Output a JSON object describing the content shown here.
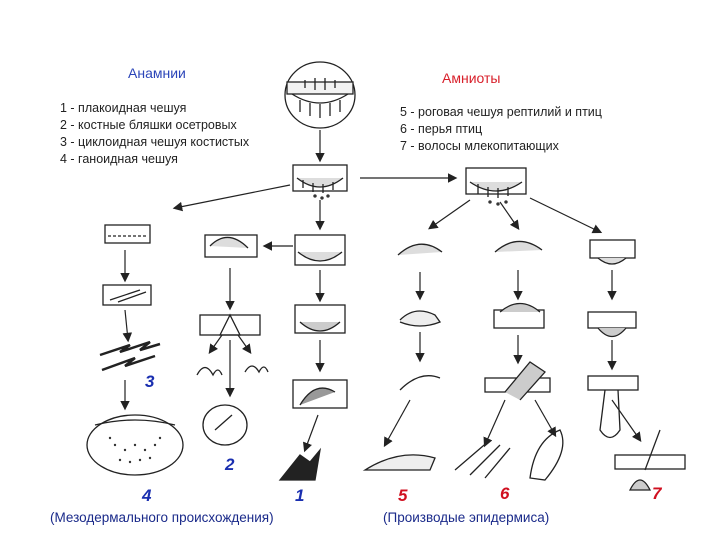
{
  "titles": {
    "anamnii": "Анамнии",
    "amnioty": "Амниоты"
  },
  "legend_left": [
    "1 - плакоидная чешуя",
    "2 - костные бляшки осетровых",
    "3 - циклоидная чешуя костистых",
    "4 - ганоидная чешуя"
  ],
  "legend_right": [
    "5 - роговая чешуя рептилий и птиц",
    "6 - перья птиц",
    "7 - волосы млекопитающих"
  ],
  "numbers": {
    "n1": "1",
    "n2": "2",
    "n3": "3",
    "n4": "4",
    "n5": "5",
    "n6": "6",
    "n7": "7"
  },
  "captions": {
    "left": "(Мезодермального происхождения)",
    "right": "(Производые эпидермиса)"
  },
  "colors": {
    "title_blue": "#2a44b8",
    "title_red": "#d81f2a",
    "num_blue": "#1a2fb0",
    "num_red": "#d01020",
    "caption": "#1a2a8a"
  }
}
